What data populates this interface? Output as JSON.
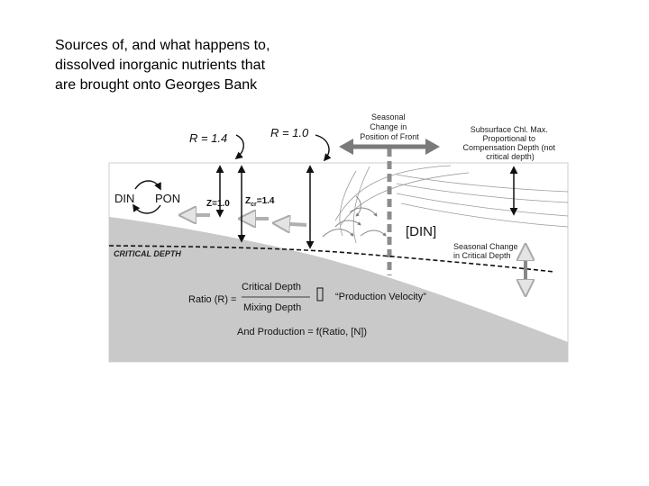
{
  "title": "Sources of, and what happens to, dissolved inorganic nutrients that are brought onto Georges Bank",
  "diagram": {
    "r_left": "R = 1.4",
    "r_center": "R = 1.0",
    "seasonal_front": [
      "Seasonal",
      "Change in",
      "Position of Front"
    ],
    "subsurface_chl": [
      "Subsurface Chl. Max.",
      "Proportional to",
      "Compensation Depth (not",
      "critical depth)"
    ],
    "din": "DIN",
    "pon": "PON",
    "z_left": "Z=1.0",
    "z_cr_main": "Z",
    "z_cr_sub": "cr",
    "z_cr_value": "=1.4",
    "din_bracket": "[DIN]",
    "seasonal_critical": [
      "Seasonal Change",
      "in Critical Depth"
    ],
    "critical_depth_label": "CRITICAL DEPTH",
    "ratio_prefix": "Ratio (R) =",
    "ratio_numerator": "Critical Depth",
    "ratio_denominator": "Mixing Depth",
    "production_velocity": "“Production Velocity”",
    "production_formula": "And Production = f(Ratio, [N])"
  }
}
